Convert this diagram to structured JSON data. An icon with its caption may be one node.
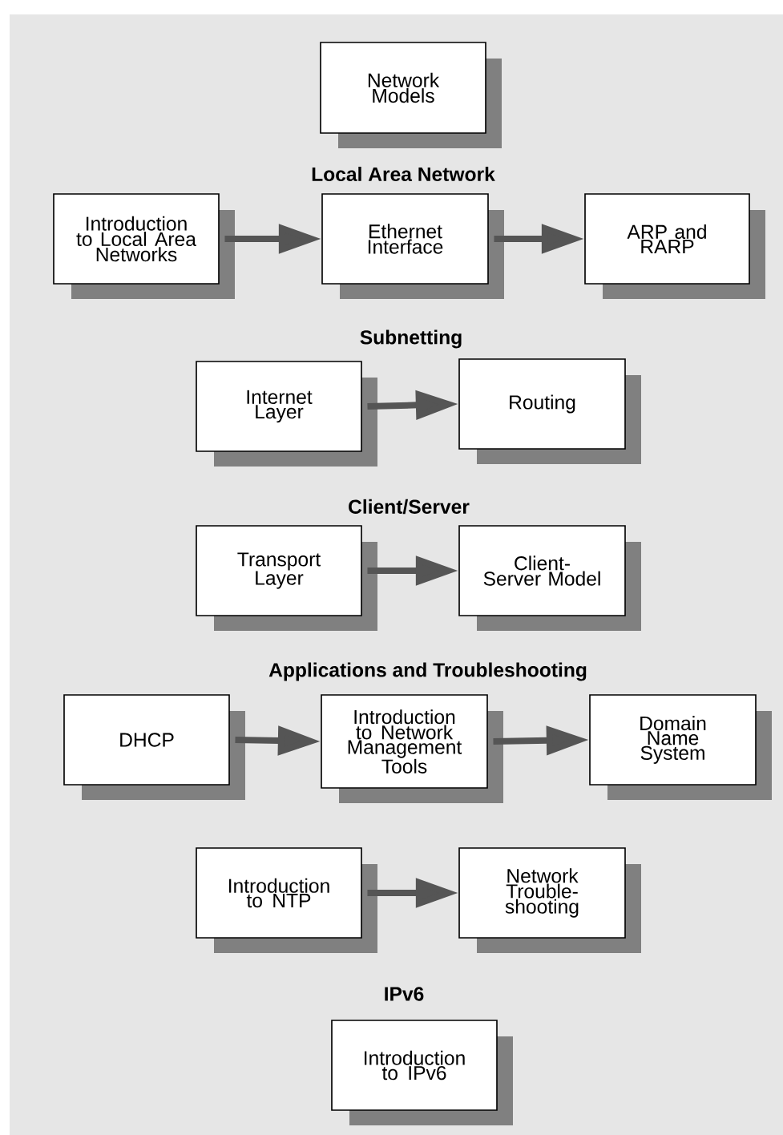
{
  "diagram": {
    "nodes": [
      {
        "text": [
          "Network Models"
        ]
      },
      {
        "text": [
          "Introduction to Local Area Networks"
        ]
      },
      {
        "text": [
          "Ethernet Interface"
        ]
      },
      {
        "text": [
          "ARP and RARP"
        ]
      },
      {
        "text": [
          "Internet Layer"
        ]
      },
      {
        "text": [
          "Routing"
        ]
      },
      {
        "text": [
          "Transport Layer"
        ]
      },
      {
        "text": [
          "Client-Server Model"
        ]
      },
      {
        "text": [
          "DHCP"
        ]
      },
      {
        "text": [
          "Introduction to Network Management Tools"
        ]
      },
      {
        "text": [
          "Domain Name System"
        ]
      },
      {
        "text": [
          "Introduction to NTP"
        ]
      },
      {
        "text": [
          "Network Trouble-shooting"
        ]
      },
      {
        "text": [
          "Introduction to IPv6"
        ]
      }
    ],
    "edges": [
      {
        "from": 1,
        "to": 2,
        "arrow": "to"
      },
      {
        "from": 2,
        "to": 3,
        "arrow": "to"
      },
      {
        "from": 4,
        "to": 5,
        "arrow": "to"
      },
      {
        "from": 6,
        "to": 7,
        "arrow": "to"
      },
      {
        "from": 8,
        "to": 9,
        "arrow": "to"
      },
      {
        "from": 9,
        "to": 10,
        "arrow": "to"
      },
      {
        "from": 11,
        "to": 12,
        "arrow": "to"
      }
    ],
    "labels": [
      "Local Area Network",
      "Subnetting",
      "Client/Server",
      "Applications and Troubleshooting",
      "IPv6"
    ]
  }
}
